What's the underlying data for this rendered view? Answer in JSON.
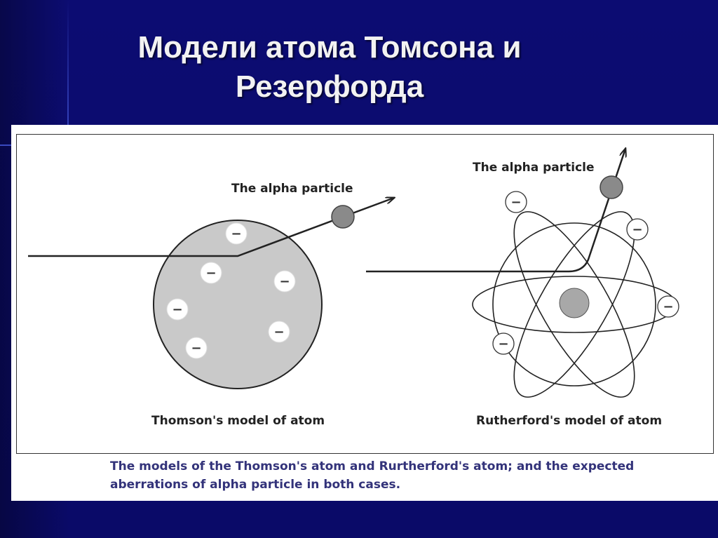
{
  "slide": {
    "title_line1": "Модели атома Томсона и",
    "title_line2": "Резерфорда"
  },
  "figure": {
    "thomson": {
      "particle_label": "The alpha particle",
      "model_label": "Thomson's model of atom",
      "electron_symbol": "−"
    },
    "rutherford": {
      "particle_label": "The alpha particle",
      "model_label": "Rutherford's model of atom",
      "electron_symbol": "−"
    },
    "caption_line1": "The models of the Thomson's atom and Rurtherford's atom; and the expected",
    "caption_line2": "aberrations of alpha particle in both cases."
  },
  "colors": {
    "background": "#0b0b6e",
    "title": "#f2f2f2",
    "atom_fill": "#c9c9c9",
    "caption": "#33337a"
  }
}
